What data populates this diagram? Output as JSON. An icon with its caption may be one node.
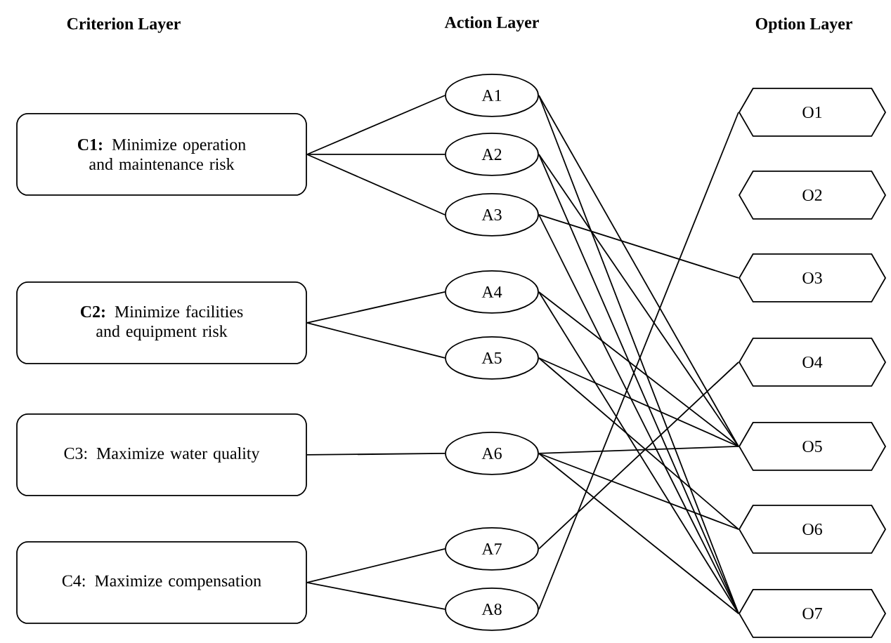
{
  "diagram": {
    "nodes": [
      {
        "text": [
          "**C1:** Minimize operation and maintenance risk"
        ]
      },
      {
        "text": [
          "**C2:** Minimize facilities and equipment risk"
        ]
      },
      {
        "text": [
          "C3: Maximize water quality"
        ]
      },
      {
        "text": [
          "C4: Maximize compensation"
        ]
      },
      {
        "text": [
          "A1"
        ]
      },
      {
        "text": [
          "A2"
        ]
      },
      {
        "text": [
          "A3"
        ]
      },
      {
        "text": [
          "A4"
        ]
      },
      {
        "text": [
          "A5"
        ]
      },
      {
        "text": [
          "A6"
        ]
      },
      {
        "text": [
          "A7"
        ]
      },
      {
        "text": [
          "A8"
        ]
      },
      {
        "text": [
          "O1"
        ]
      },
      {
        "text": [
          "O2"
        ]
      },
      {
        "text": [
          "O3"
        ]
      },
      {
        "text": [
          "O4"
        ]
      },
      {
        "text": [
          "O5"
        ]
      },
      {
        "text": [
          "O6"
        ]
      },
      {
        "text": [
          "O7"
        ]
      }
    ],
    "edges": [
      {
        "from": 0,
        "to": 4,
        "arrow": "none"
      },
      {
        "from": 0,
        "to": 5,
        "arrow": "none"
      },
      {
        "from": 0,
        "to": 6,
        "arrow": "none"
      },
      {
        "from": 1,
        "to": 7,
        "arrow": "none"
      },
      {
        "from": 1,
        "to": 8,
        "arrow": "none"
      },
      {
        "from": 2,
        "to": 9,
        "arrow": "none"
      },
      {
        "from": 3,
        "to": 10,
        "arrow": "none"
      },
      {
        "from": 3,
        "to": 11,
        "arrow": "none"
      },
      {
        "from": 4,
        "to": 16,
        "arrow": "none"
      },
      {
        "from": 4,
        "to": 18,
        "arrow": "none"
      },
      {
        "from": 5,
        "to": 16,
        "arrow": "none"
      },
      {
        "from": 5,
        "to": 18,
        "arrow": "none"
      },
      {
        "from": 6,
        "to": 14,
        "arrow": "none"
      },
      {
        "from": 6,
        "to": 18,
        "arrow": "none"
      },
      {
        "from": 7,
        "to": 16,
        "arrow": "none"
      },
      {
        "from": 7,
        "to": 18,
        "arrow": "none"
      },
      {
        "from": 8,
        "to": 16,
        "arrow": "none"
      },
      {
        "from": 8,
        "to": 17,
        "arrow": "none"
      },
      {
        "from": 9,
        "to": 16,
        "arrow": "none"
      },
      {
        "from": 9,
        "to": 17,
        "arrow": "none"
      },
      {
        "from": 9,
        "to": 18,
        "arrow": "none"
      },
      {
        "from": 10,
        "to": 15,
        "arrow": "none"
      },
      {
        "from": 11,
        "to": 12,
        "arrow": "none"
      }
    ],
    "labels": [
      "Criterion Layer",
      "Action Layer",
      "Option Layer"
    ]
  }
}
